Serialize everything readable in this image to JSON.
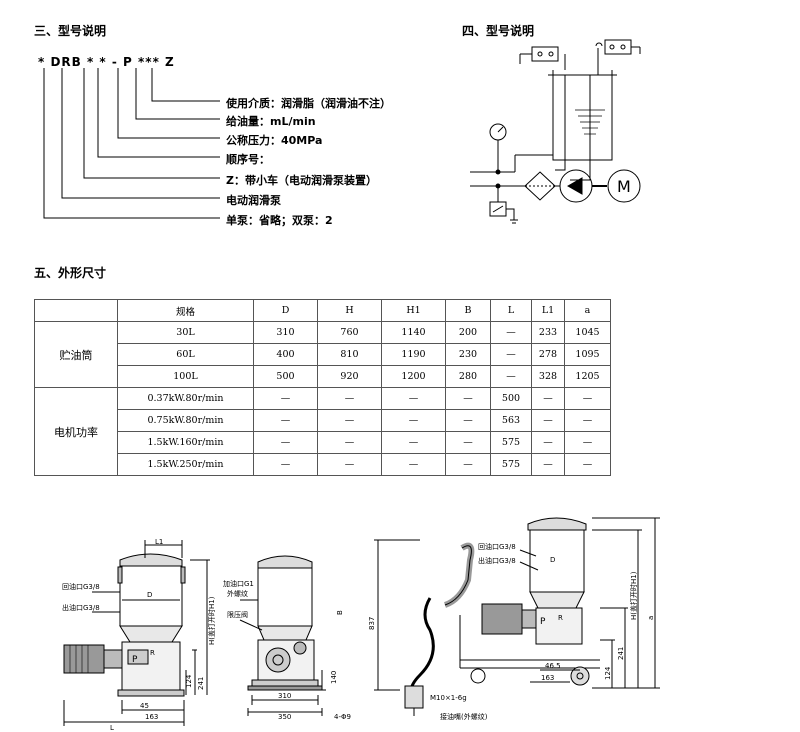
{
  "section3_title": "三、型号说明",
  "section4_title": "四、型号说明",
  "section5_title": "五、外形尺寸",
  "model_code": "* DRB * * - P *** Z",
  "model_labels": [
    "使用介质：润滑脂（润滑油不注）",
    "给油量：mL/min",
    "公称压力：40MPa",
    "顺序号：",
    "Z：带小车（电动润滑泵装置）",
    "电动润滑泵",
    "单泵：省略；双泵：2"
  ],
  "table": {
    "headers": [
      "规格",
      "D",
      "H",
      "H1",
      "B",
      "L",
      "L1",
      "a"
    ],
    "group1": "贮油筒",
    "group2": "电机功率",
    "rows": [
      [
        "30L",
        "310",
        "760",
        "1140",
        "200",
        "—",
        "233",
        "1045"
      ],
      [
        "60L",
        "400",
        "810",
        "1190",
        "230",
        "—",
        "278",
        "1095"
      ],
      [
        "100L",
        "500",
        "920",
        "1200",
        "280",
        "—",
        "328",
        "1205"
      ],
      [
        "0.37kW.80r/min",
        "—",
        "—",
        "—",
        "—",
        "500",
        "—",
        "—"
      ],
      [
        "0.75kW.80r/min",
        "—",
        "—",
        "—",
        "—",
        "563",
        "—",
        "—"
      ],
      [
        "1.5kW.160r/min",
        "—",
        "—",
        "—",
        "—",
        "575",
        "—",
        "—"
      ],
      [
        "1.5kW.250r/min",
        "—",
        "—",
        "—",
        "—",
        "575",
        "—",
        "—"
      ]
    ]
  },
  "drawing_labels": {
    "L1": "L1",
    "D": "D",
    "H_open": "H(盖打开时H1)",
    "return_port": "回油口G3/8",
    "outlet_port": "出油口G3/8",
    "fill_port": "加油口G1",
    "fill_port2": "外螺纹",
    "relief_valve": "限压阀",
    "P": "P",
    "R": "R",
    "dim_124": "124",
    "dim_241": "241",
    "dim_45": "45",
    "dim_140": "140",
    "dim_163": "163",
    "dim_L": "L",
    "dim_B": "B",
    "dim_310": "310",
    "dim_350": "350",
    "holes": "4-Φ9",
    "dim_837": "837",
    "dim_46_5": "46.5",
    "dim_a": "a",
    "thread": "M10×1-6g",
    "nozzle": "接油嘴(外螺纹)",
    "motor": "M"
  }
}
